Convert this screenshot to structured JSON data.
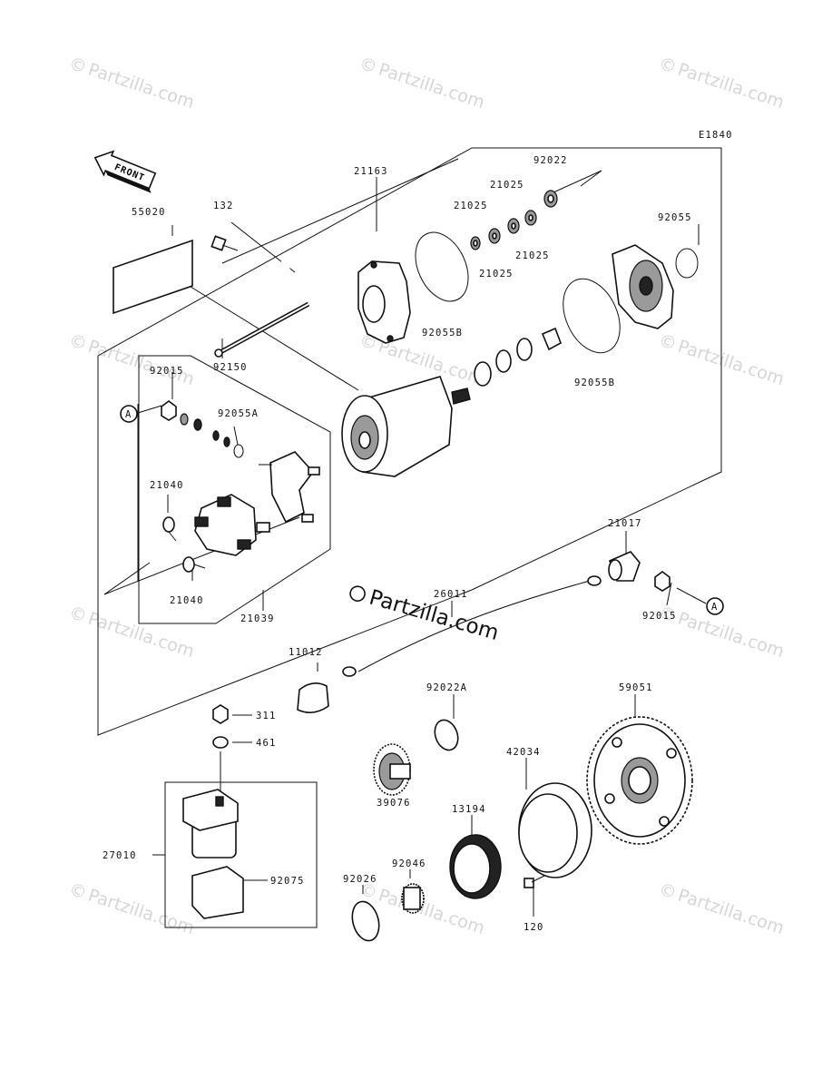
{
  "diagram_code": "E1840",
  "front_label": "FRONT",
  "ref_marker": "A",
  "watermark": "Partzilla.com",
  "copyright_symbol": "©",
  "brand_watermark": "Partzilla.com",
  "parts": {
    "p55020": "55020",
    "p132": "132",
    "p21163": "21163",
    "p92022": "92022",
    "p21025a": "21025",
    "p21025b": "21025",
    "p21025c": "21025",
    "p21025d": "21025",
    "p92055": "92055",
    "p92055b_top": "92055B",
    "p92055b_bot": "92055B",
    "p92150": "92150",
    "p92015_left": "92015",
    "p92055a": "92055A",
    "p21040_top": "21040",
    "p21040_bot": "21040",
    "p21039": "21039",
    "p21017": "21017",
    "p26011": "26011",
    "p92015_right": "92015",
    "p11012": "11012",
    "p92022a": "92022A",
    "p59051": "59051",
    "p311": "311",
    "p461": "461",
    "p42034": "42034",
    "p39076": "39076",
    "p13194": "13194",
    "p27010": "27010",
    "p92075": "92075",
    "p92026": "92026",
    "p92046": "92046",
    "p120": "120"
  }
}
